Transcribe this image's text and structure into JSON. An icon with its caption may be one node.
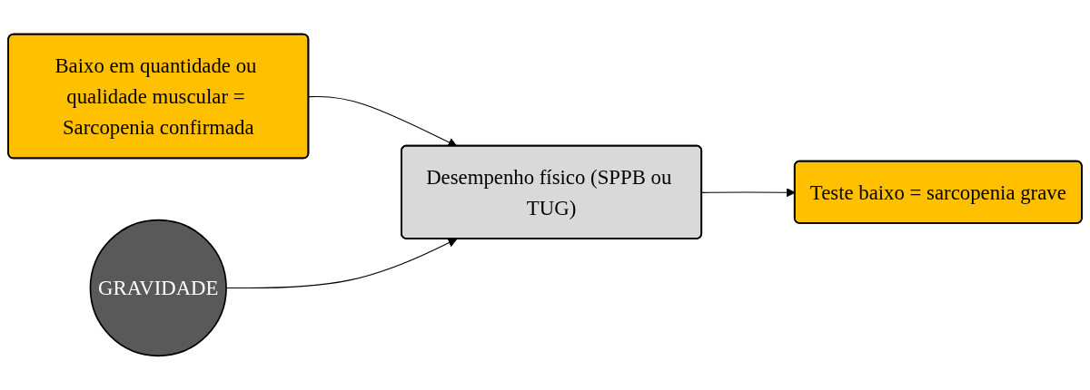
{
  "diagram": {
    "nodes": [
      {
        "text": [
          "Baixo em quantidade ou qualidade muscular = Sarcopenia confirmada"
        ]
      },
      {
        "text": [
          "GRAVIDADE"
        ]
      },
      {
        "text": [
          "Desempenho físico (SPPB ou TUG)"
        ]
      },
      {
        "text": [
          "Teste baixo = sarcopenia grave"
        ]
      }
    ],
    "edges": [
      {
        "from": 0,
        "to": 2,
        "arrow": "to"
      },
      {
        "from": 1,
        "to": 2,
        "arrow": "to"
      },
      {
        "from": 2,
        "to": 3,
        "arrow": "to"
      }
    ]
  }
}
